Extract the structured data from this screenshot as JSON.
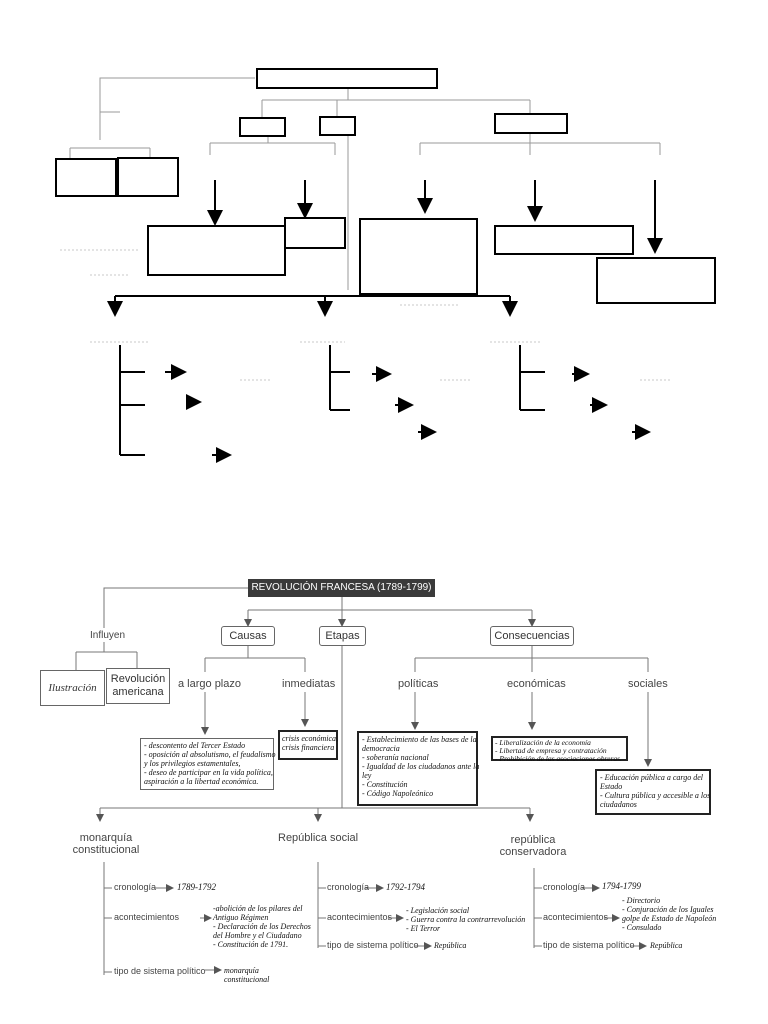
{
  "title": "REVOLUCIÓN FRANCESA (1789-1799)",
  "influyen": "Influyen",
  "influences": [
    "Ilustración",
    "Revolución americana"
  ],
  "causas": {
    "label": "Causas",
    "largo_plazo": "a largo plazo",
    "inmediatas": "inmediatas",
    "largo_items": [
      "- descontento del Tercer Estado",
      "- oposición al absolutismo, el feudalismo",
      "  y los privilegios estamentales,",
      "- deseo de participar en la vida  política,",
      "  aspiración a la libertad económica."
    ],
    "inmediatas_items": [
      "crisis económica,",
      "crisis financiera"
    ]
  },
  "etapas": {
    "label": "Etapas"
  },
  "consecuencias": {
    "label": "Consecuencias",
    "politicas": "políticas",
    "economicas": "económicas",
    "sociales": "sociales",
    "politicas_items": [
      "- Establecimiento de las bases de la",
      "democracia",
      "- soberanía nacional",
      "- Igualdad de los ciudadanos ante la",
      "ley",
      "- Constitución",
      "- Código Napoleónico"
    ],
    "economicas_items": [
      "- Liberalización de la economía",
      "- Libertad de empresa y contratación",
      "- Prohibición de las asociaciones obreras."
    ],
    "sociales_items": [
      "- Educación pública a cargo del",
      "Estado",
      "- Cultura pública y accesible a los",
      "ciudadanos"
    ]
  },
  "cronologia_label": "cronología",
  "acontecimientos_label": "acontecimientos",
  "tipo_label": "tipo de sistema político",
  "stages": [
    {
      "name": "monarquía constitucional",
      "cronologia": "1789-1792",
      "acontecimientos": [
        "-abolición de los pilares del",
        "Antiguo Régimen",
        "- Declaración de los Derechos",
        "del Hombre y el Ciudadano",
        "- Constitución de 1791."
      ],
      "tipo": [
        "monarquía",
        "constitucional"
      ]
    },
    {
      "name": "República social",
      "cronologia": "1792-1794",
      "acontecimientos": [
        "- Legislación social",
        "- Guerra contra la contrarrevolución",
        "- El Terror"
      ],
      "tipo": [
        "República"
      ]
    },
    {
      "name": "república conservadora",
      "cronologia": "1794-1799",
      "acontecimientos": [
        "- Directorio",
        "- Conjuración de los Iguales",
        "golpe de Estado de Napoleón",
        "- Consulado"
      ],
      "tipo": [
        "República"
      ]
    }
  ],
  "colors": {
    "title_bg": "#3a3a3a",
    "line": "#777777",
    "text": "#444444"
  }
}
